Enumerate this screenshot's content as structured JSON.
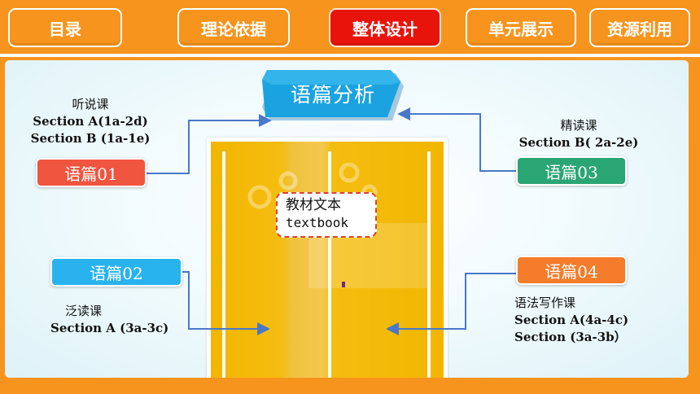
{
  "nav": {
    "items": [
      {
        "label": "目录",
        "active": false
      },
      {
        "label": "理论依据",
        "active": false
      },
      {
        "label": "整体设计",
        "active": true
      },
      {
        "label": "单元展示",
        "active": false
      },
      {
        "label": "资源利用",
        "active": false
      }
    ]
  },
  "title": "语篇分析",
  "book": {
    "label_zh": "教材文本",
    "label_en": "textbook"
  },
  "texts": [
    {
      "tag": "语篇01",
      "color": "#f0553f",
      "caption_zh": "听说课",
      "caption_lines": [
        "Section A(1a-2d)",
        "Section B (1a-1e)"
      ]
    },
    {
      "tag": "语篇02",
      "color": "#29b3ee",
      "caption_zh": "泛读课",
      "caption_lines": [
        "Section A (3a-3c)"
      ]
    },
    {
      "tag": "语篇03",
      "color": "#2aa574",
      "caption_zh": "精读课",
      "caption_lines": [
        "Section B( 2a-2e)"
      ]
    },
    {
      "tag": "语篇04",
      "color": "#f47c2a",
      "caption_zh": "语法写作课",
      "caption_lines": [
        "Section A(4a-4c)",
        "Section (3a-3b）"
      ]
    }
  ],
  "colors": {
    "brand_orange": "#f7941d",
    "active_red": "#e8140c",
    "banner_blue": "#1aa3e0",
    "connector": "#4a78c8"
  }
}
